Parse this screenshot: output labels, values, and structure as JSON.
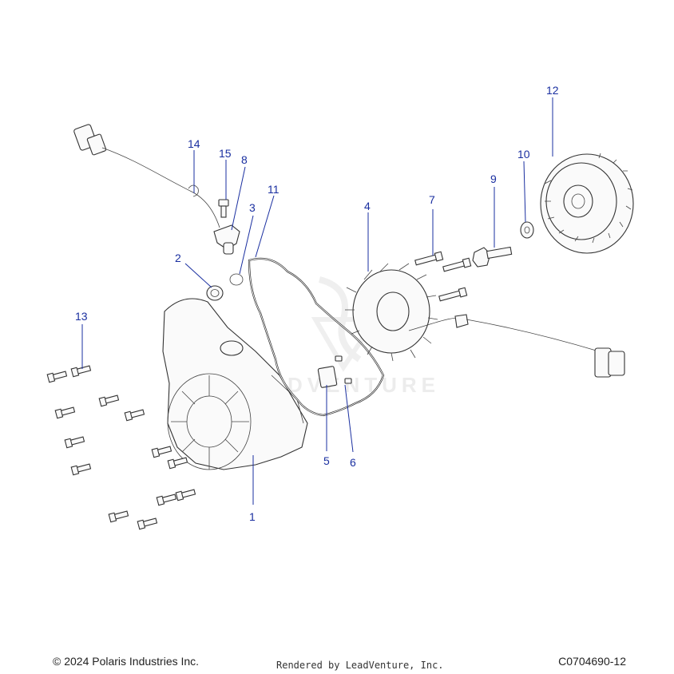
{
  "watermark": "LEADVENTURE",
  "callouts": {
    "c1": "1",
    "c2": "2",
    "c3": "3",
    "c4": "4",
    "c5": "5",
    "c6": "6",
    "c7": "7",
    "c8": "8",
    "c9": "9",
    "c10": "10",
    "c11": "11",
    "c12": "12",
    "c13": "13",
    "c14": "14",
    "c15": "15"
  },
  "footer": {
    "copyright": "© 2024 Polaris Industries Inc.",
    "rendered_by": "Rendered by LeadVenture, Inc.",
    "figure_id": "C0704690-12"
  },
  "colors": {
    "callout": "#1a2fa0",
    "line": "#333333"
  }
}
